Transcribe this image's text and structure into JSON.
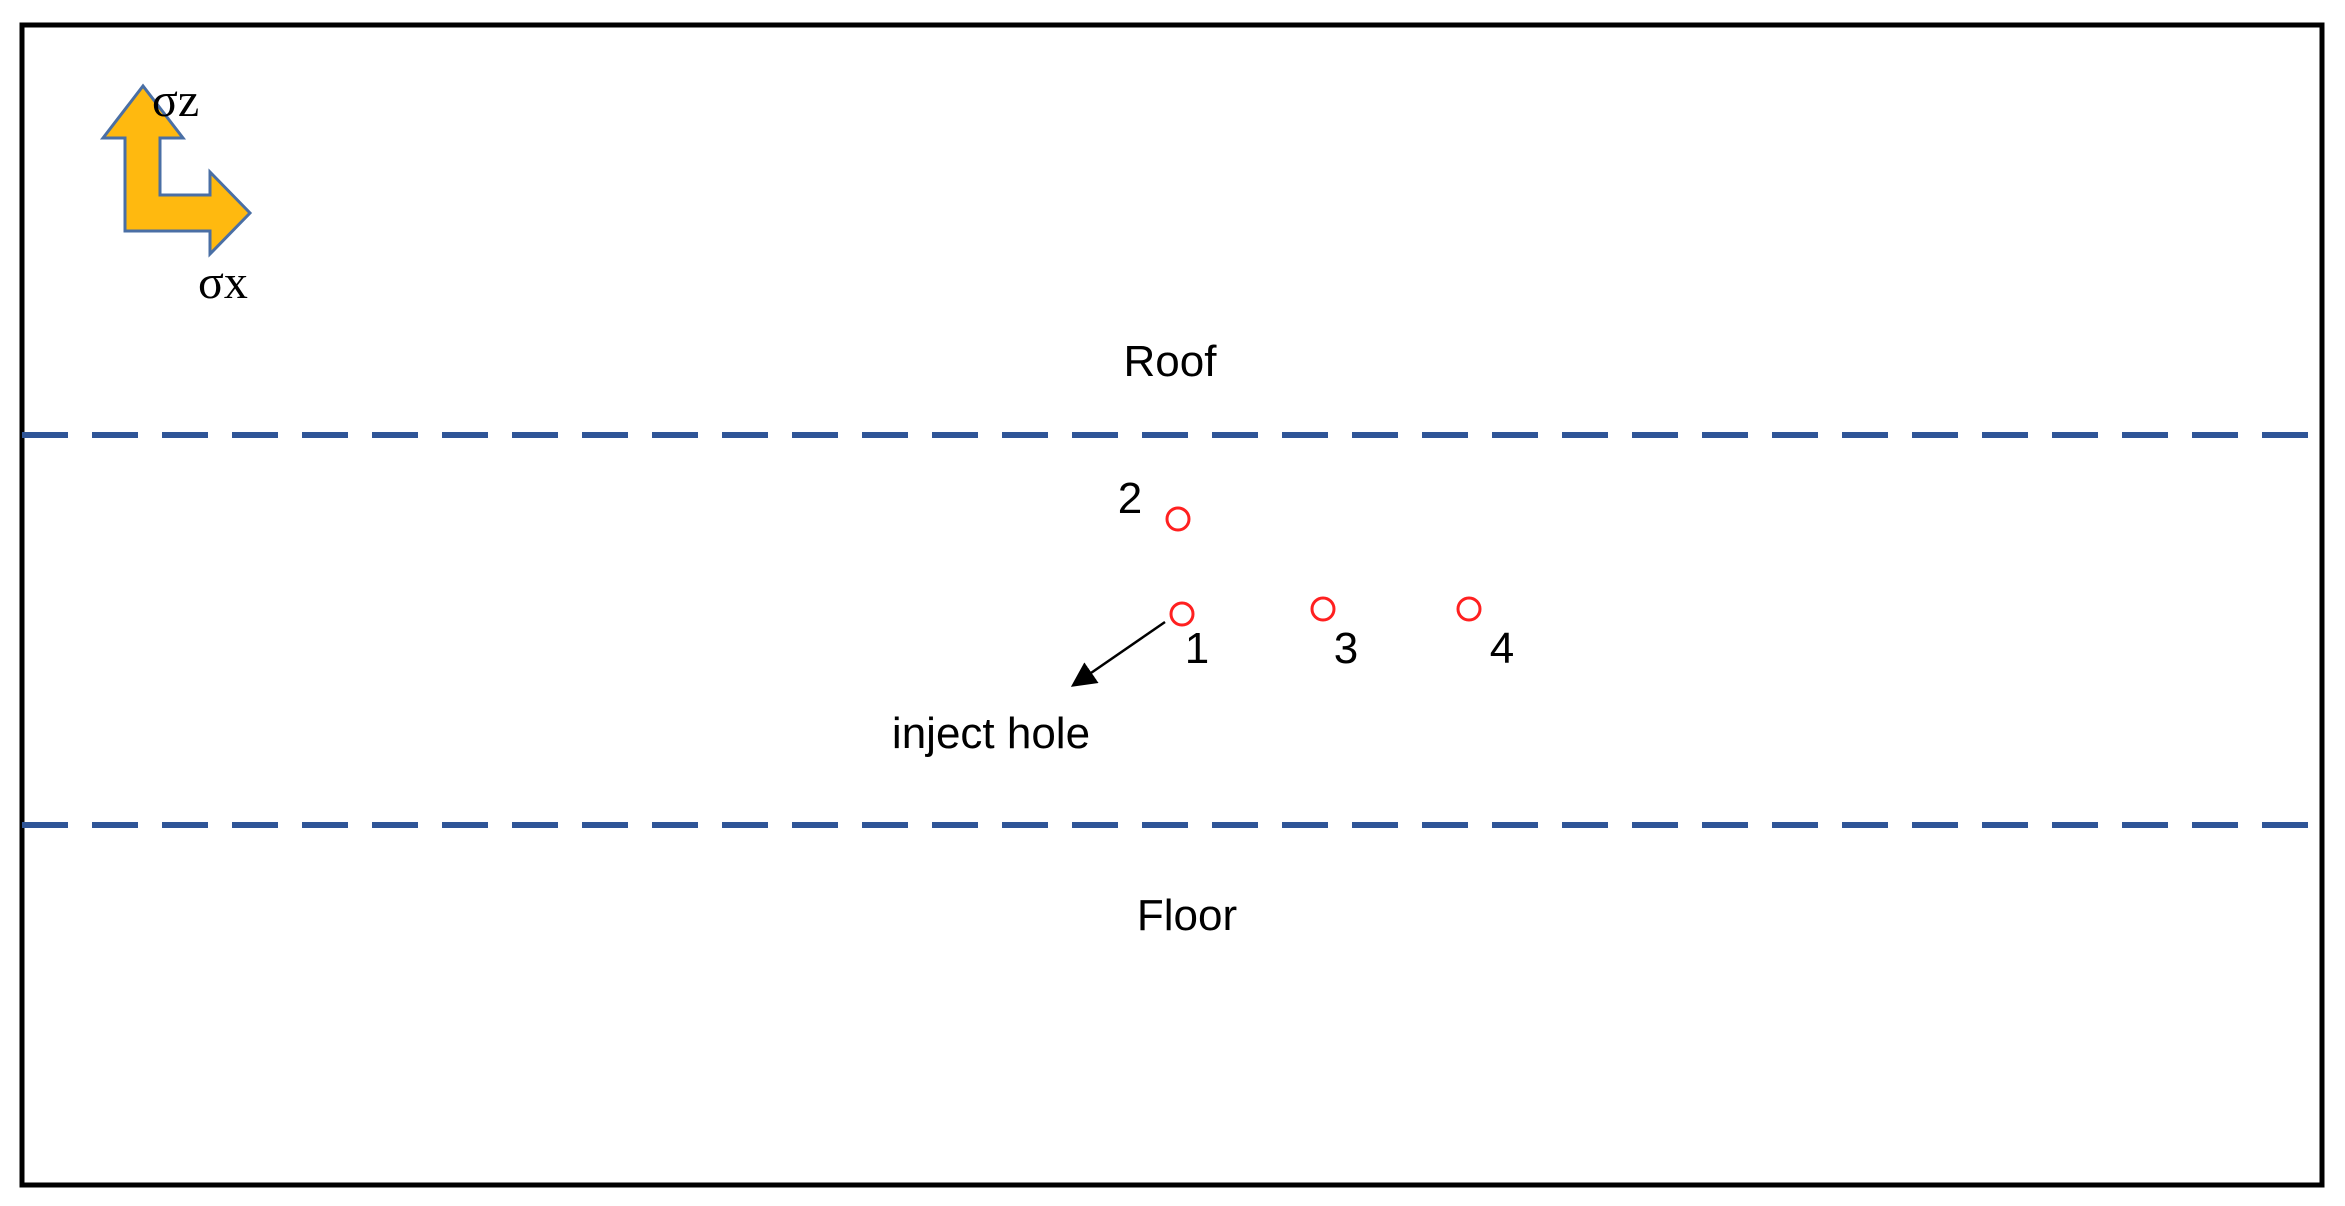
{
  "axes_indicator": {
    "vertical_label": "σz",
    "horizontal_label": "σx",
    "arrow_fill": "#FFB90F",
    "arrow_stroke": "#4A6FA5"
  },
  "zones": {
    "roof_label": "Roof",
    "floor_label": "Floor",
    "boundary_color": "#2F5597"
  },
  "holes": {
    "marker_color": "#FF2020",
    "items": [
      {
        "id": "hole-1",
        "label": "1"
      },
      {
        "id": "hole-2",
        "label": "2"
      },
      {
        "id": "hole-3",
        "label": "3"
      },
      {
        "id": "hole-4",
        "label": "4"
      }
    ]
  },
  "annotation": {
    "inject_label": "inject hole"
  }
}
